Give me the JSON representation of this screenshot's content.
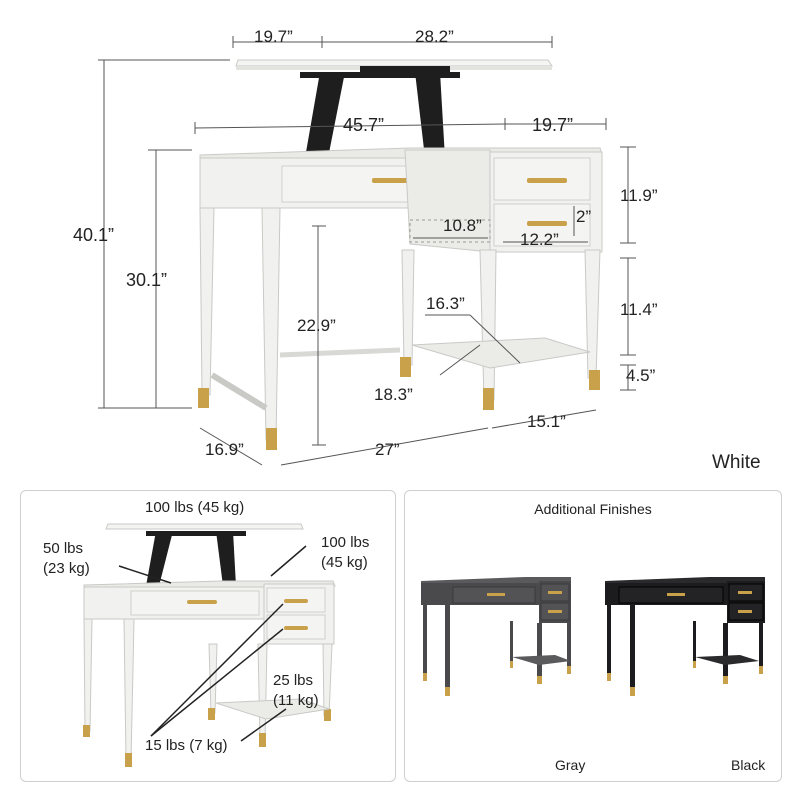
{
  "top_section": {
    "finish_label": "White",
    "dimensions": {
      "top_left_depth": "19.7”",
      "top_width": "28.2”",
      "desk_width": "45.7”",
      "cabinet_width": "19.7”",
      "total_height": "40.1”",
      "desk_height": "30.1”",
      "drawer_height": "11.9”",
      "drawer_inner_width": "10.8”",
      "drawer_inner_depth": "12.2”",
      "drawer_inner_height": "2”",
      "knee_height": "22.9”",
      "shelf_depth": "16.3”",
      "cabinet_opening": "11.4”",
      "shelf_height": "4.5”",
      "shelf_width": "18.3”",
      "desk_depth": "16.9”",
      "leg_width": "27”",
      "cabinet_depth": "15.1”"
    }
  },
  "weight_panel": {
    "top_capacity": "100 lbs (45 kg)",
    "lift_capacity": "50 lbs\n(23 kg)",
    "cabinet_top_capacity": "100 lbs\n(45 kg)",
    "shelf_capacity": "25 lbs\n(11 kg)",
    "drawer_capacity": "15 lbs (7 kg)"
  },
  "finishes_panel": {
    "title": "Additional Finishes",
    "finishes": [
      {
        "name": "Gray",
        "color": "#4a4a4c"
      },
      {
        "name": "Black",
        "color": "#1c1c1e"
      }
    ]
  },
  "colors": {
    "desk_white": "#f1f1ef",
    "desk_edge": "#c9c9c6",
    "brass": "#c9a14a",
    "mechanism": "#1e1e1e"
  }
}
